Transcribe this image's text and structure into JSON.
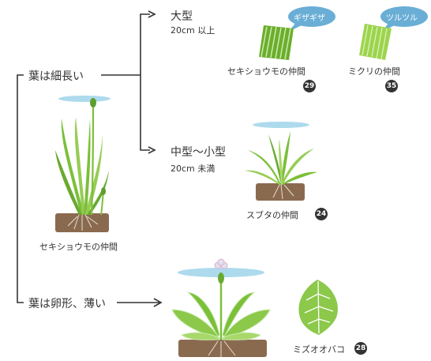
{
  "branches": {
    "long_leaves": {
      "label": "葉は細長い",
      "large": {
        "label": "大型",
        "size": "20cm 以上",
        "groups": [
          {
            "bubble": "ギザギザ",
            "name": "セキショウモの仲間",
            "page": "29"
          },
          {
            "bubble": "ツルツル",
            "name": "ミクリの仲間",
            "page": "35"
          }
        ]
      },
      "medium": {
        "label": "中型～小型",
        "size": "20cm 未満",
        "group": {
          "name": "スブタの仲間",
          "page": "24"
        }
      },
      "example": "セキショウモの仲間"
    },
    "oval_leaves": {
      "label": "葉は卵形、薄い",
      "group": {
        "name": "ミズオオバコ",
        "page": "28"
      }
    }
  },
  "colors": {
    "line": "#333333",
    "bubble": "#6aaed6",
    "leaf_dark": "#7cbf3a",
    "leaf_light": "#a8d86a",
    "water": "#9fd3ea",
    "soil": "#8a6a4f"
  }
}
